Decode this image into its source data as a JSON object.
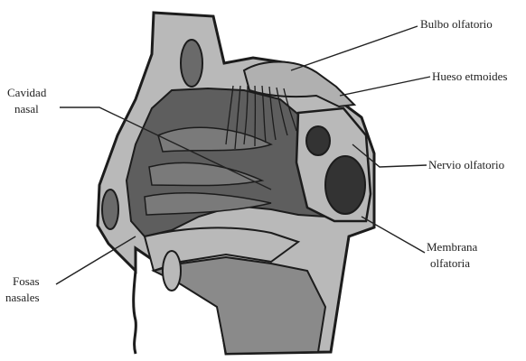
{
  "labels": {
    "bulbo_olfatorio": "Bulbo olfatorio",
    "hueso_etmoides": "Hueso etmoides",
    "cavidad_nasal_1": "Cavidad",
    "cavidad_nasal_2": "nasal",
    "nervio_olfatorio": "Nervio olfatorio",
    "membrana_olfatoria_1": "Membrana",
    "membrana_olfatoria_2": "olfatoria",
    "fosas_nasales_1": "Fosas",
    "fosas_nasales_2": "nasales"
  },
  "colors": {
    "bone": "#b9b9b9",
    "cavity": "#5e5e5e",
    "tissue": "#8a8a8a",
    "outline": "#1c1c1c",
    "leader": "#222222"
  }
}
